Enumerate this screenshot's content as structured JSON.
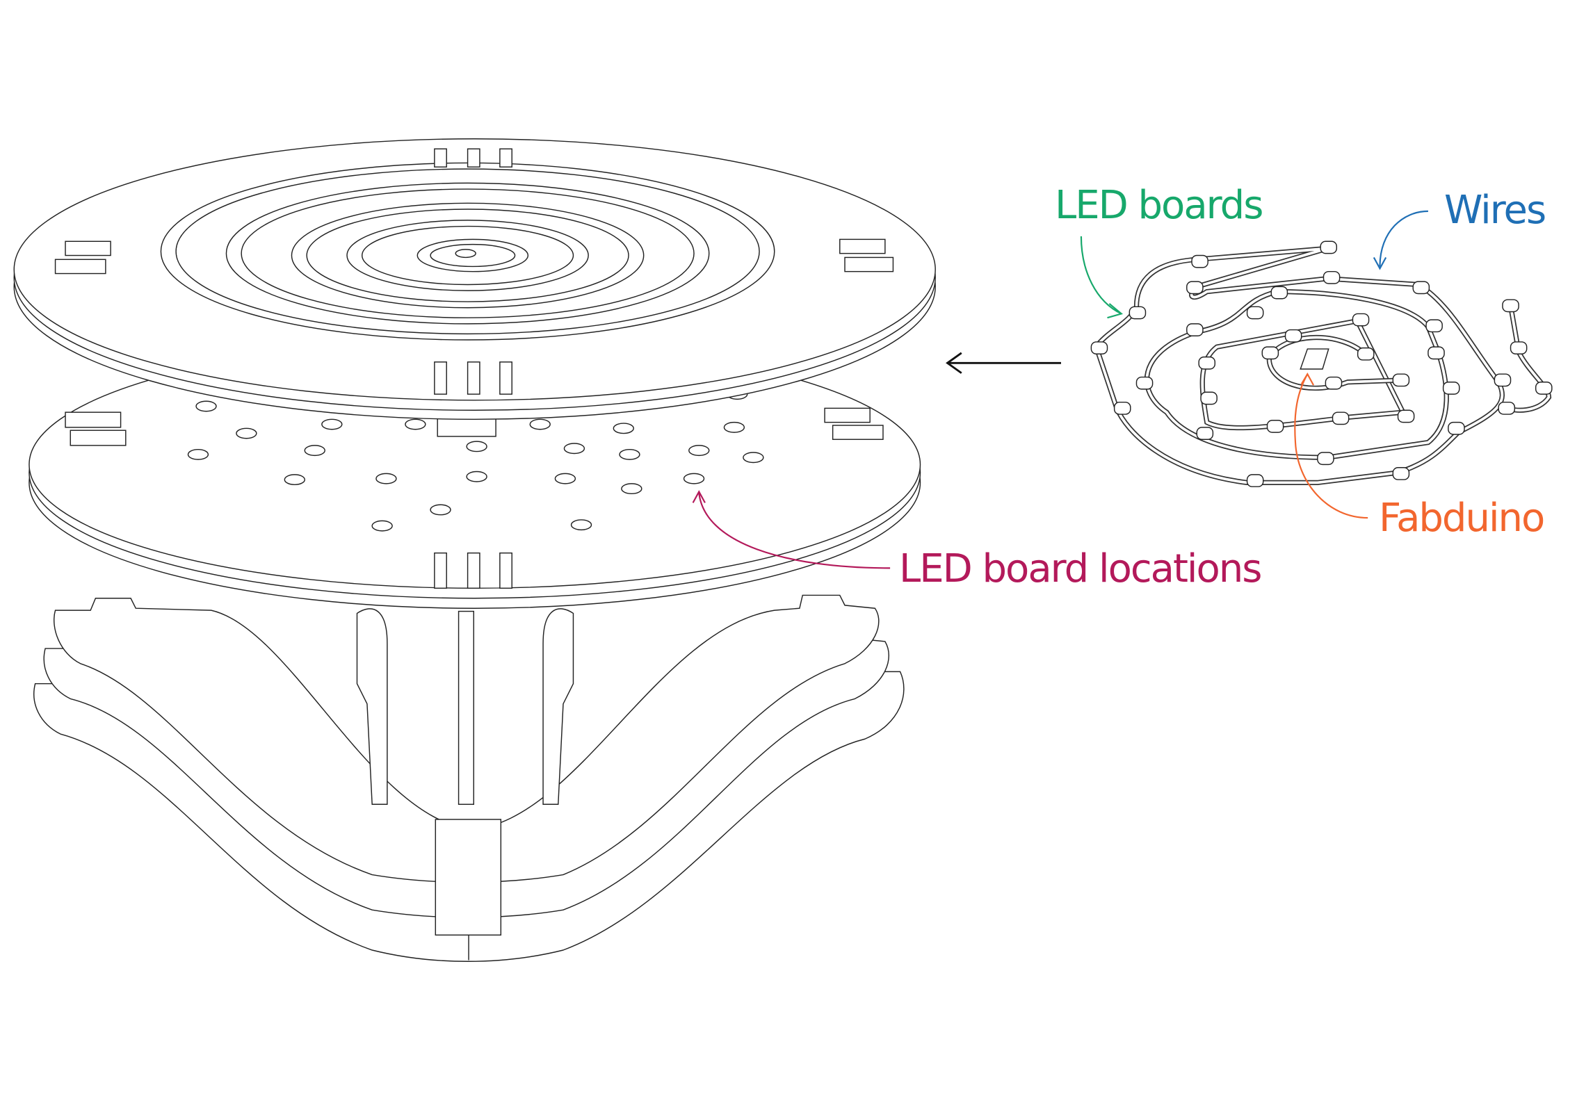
{
  "labels": {
    "led_boards": {
      "text": "LED boards",
      "color": "#17a86b"
    },
    "wires": {
      "text": "Wires",
      "color": "#1f6fb5"
    },
    "fabduino": {
      "text": "Fabduino",
      "color": "#f2662e"
    },
    "led_board_locations": {
      "text": "LED board locations",
      "color": "#b3195a"
    }
  },
  "icons": {
    "assembly_arrow": "left-arrow-icon"
  }
}
